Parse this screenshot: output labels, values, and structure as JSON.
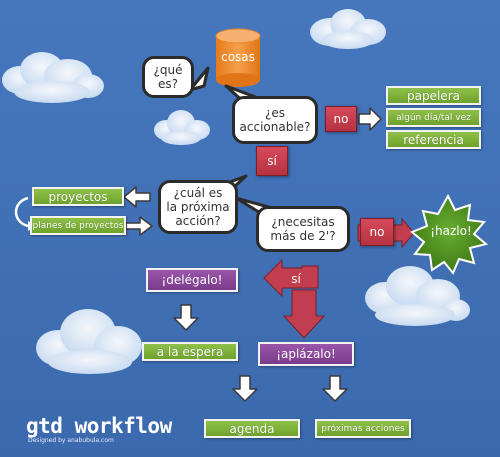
{
  "title": "gtd workflow",
  "credit": "Designed by anabubula.com",
  "nodes": {
    "cosas": "cosas",
    "que_es": "¿qué\nes?",
    "es_accionable": "¿es\naccionable?",
    "no1": "no",
    "papelera": "papelera",
    "algun_dia": "algún día/tal vez",
    "referencia": "referencia",
    "si1": "sí",
    "cual_es": "¿cuál es\nla próxima\nacción?",
    "proyectos": "proyectos",
    "planes": "planes de proyectos",
    "necesitas": "¿necesitas\nmás de 2'?",
    "no2": "no",
    "hazlo": "¡hazlo!",
    "si2": "sí",
    "delegalo": "¡delégalo!",
    "a_la_espera": "a la espera",
    "aplazalo": "¡aplázalo!",
    "agenda": "agenda",
    "proximas": "próximas acciones"
  },
  "colors": {
    "background": "#3f6fb3",
    "green": "#7fb03a",
    "red": "#c23e4e",
    "purple": "#8a479a",
    "orange": "#f08c2a",
    "starburst": "#4a8a1e"
  }
}
